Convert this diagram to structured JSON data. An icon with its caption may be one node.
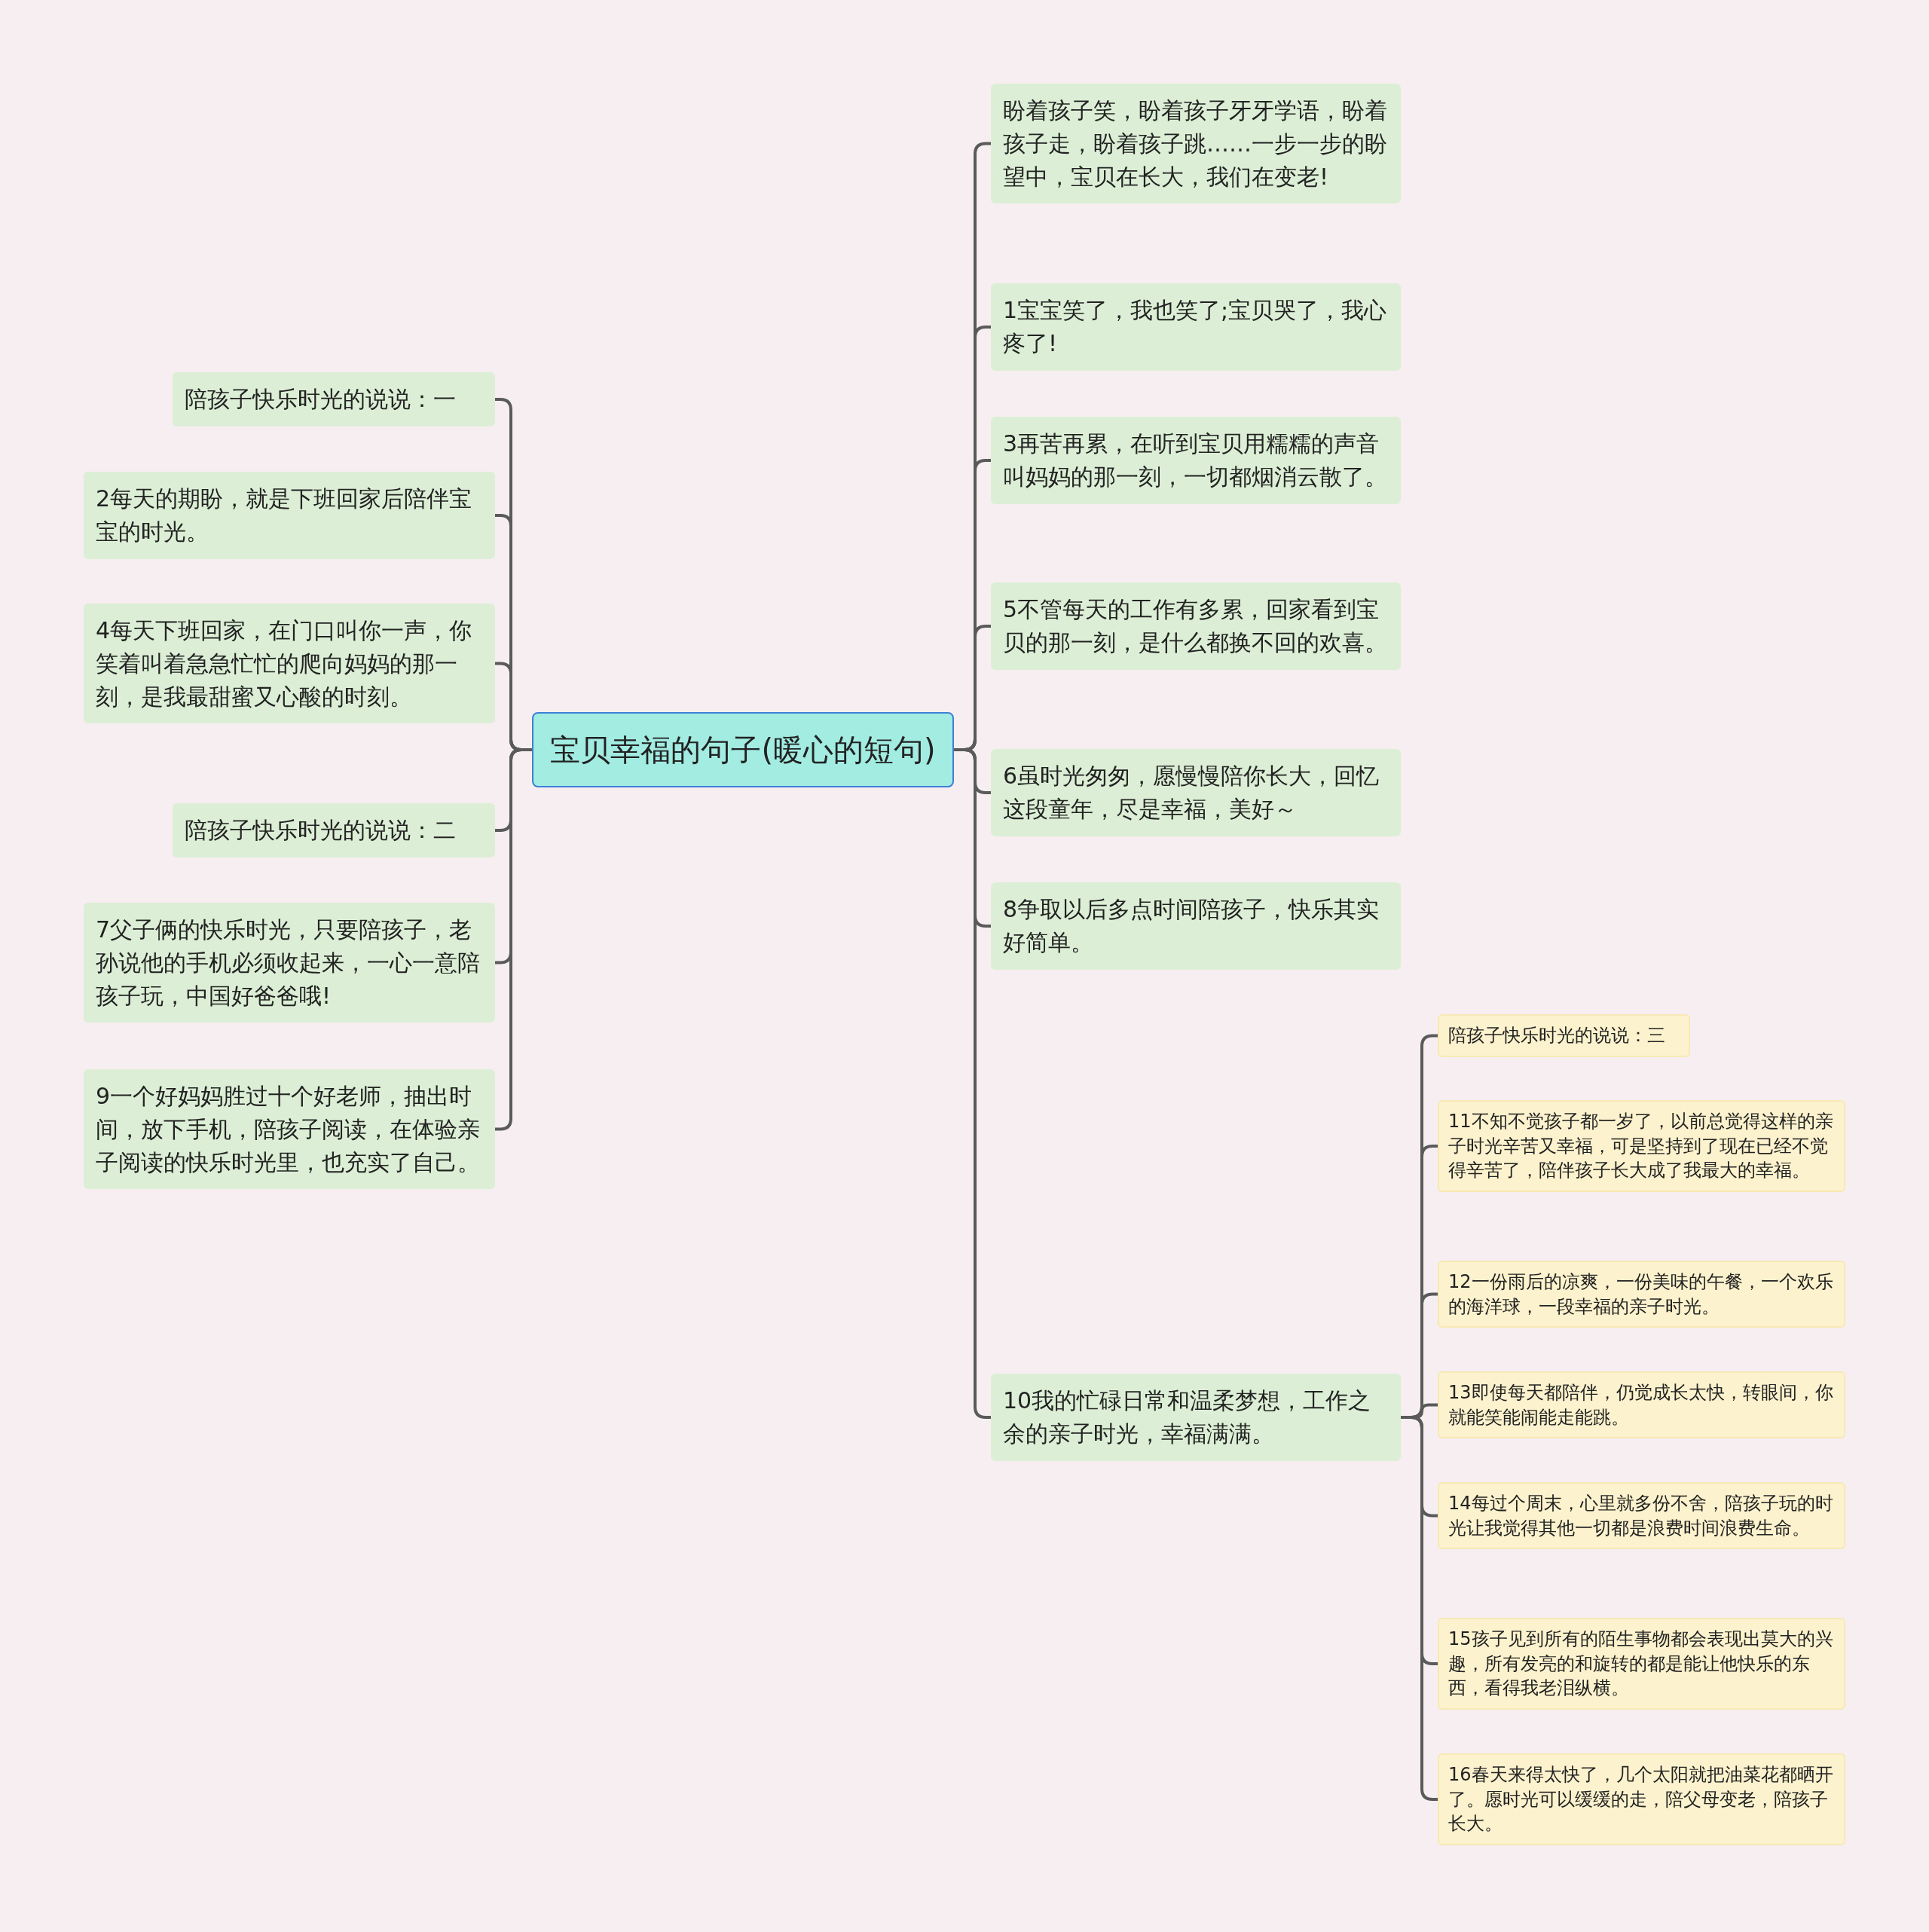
{
  "diagram": {
    "nodes": [
      {
        "text": [
          "宝贝幸福的句子(暖心的短句)"
        ]
      },
      {
        "text": [
          "陪孩子快乐时光的说说：一"
        ]
      },
      {
        "text": [
          "2每天的期盼，就是下班回家后陪伴宝宝的时光。"
        ]
      },
      {
        "text": [
          "4每天下班回家，在门口叫你一声，你笑着叫着急急忙忙的爬向妈妈的那一刻，是我最甜蜜又心酸的时刻。"
        ]
      },
      {
        "text": [
          "陪孩子快乐时光的说说：二"
        ]
      },
      {
        "text": [
          "7父子俩的快乐时光，只要陪孩子，老孙说他的手机必须收起来，一心一意陪孩子玩，中国好爸爸哦!"
        ]
      },
      {
        "text": [
          "9一个好妈妈胜过十个好老师，抽出时间，放下手机，陪孩子阅读，在体验亲子阅读的快乐时光里，也充实了自己。"
        ]
      },
      {
        "text": [
          "盼着孩子笑，盼着孩子牙牙学语，盼着孩子走，盼着孩子跳……一步一步的盼望中，宝贝在长大，我们在变老!"
        ]
      },
      {
        "text": [
          "1宝宝笑了，我也笑了;宝贝哭了，我心疼了!"
        ]
      },
      {
        "text": [
          "3再苦再累，在听到宝贝用糯糯的声音叫妈妈的那一刻，一切都烟消云散了。"
        ]
      },
      {
        "text": [
          "5不管每天的工作有多累，回家看到宝贝的那一刻，是什么都换不回的欢喜。"
        ]
      },
      {
        "text": [
          "6虽时光匆匆，愿慢慢陪你长大，回忆这段童年，尽是幸福，美好～"
        ]
      },
      {
        "text": [
          "8争取以后多点时间陪孩子，快乐其实好简单。"
        ]
      },
      {
        "text": [
          "10我的忙碌日常和温柔梦想，工作之余的亲子时光，幸福满满。"
        ]
      },
      {
        "text": [
          "陪孩子快乐时光的说说：三"
        ]
      },
      {
        "text": [
          "11不知不觉孩子都一岁了，以前总觉得这样的亲子时光辛苦又幸福，可是坚持到了现在已经不觉得辛苦了，陪伴孩子长大成了我最大的幸福。"
        ]
      },
      {
        "text": [
          "12一份雨后的凉爽，一份美味的午餐，一个欢乐的海洋球，一段幸福的亲子时光。"
        ]
      },
      {
        "text": [
          "13即使每天都陪伴，仍觉成长太快，转眼间，你就能笑能闹能走能跳。"
        ]
      },
      {
        "text": [
          "14每过个周末，心里就多份不舍，陪孩子玩的时光让我觉得其他一切都是浪费时间浪费生命。"
        ]
      },
      {
        "text": [
          "15孩子见到所有的陌生事物都会表现出莫大的兴趣，所有发亮的和旋转的都是能让他快乐的东西，看得我老泪纵横。"
        ]
      },
      {
        "text": [
          "16春天来得太快了，几个太阳就把油菜花都晒开了。愿时光可以缓缓的走，陪父母变老，陪孩子长大。"
        ]
      }
    ],
    "edges": [
      {
        "from": 0,
        "to": 1,
        "arrow": "none"
      },
      {
        "from": 0,
        "to": 2,
        "arrow": "none"
      },
      {
        "from": 0,
        "to": 3,
        "arrow": "none"
      },
      {
        "from": 0,
        "to": 4,
        "arrow": "none"
      },
      {
        "from": 0,
        "to": 5,
        "arrow": "none"
      },
      {
        "from": 0,
        "to": 6,
        "arrow": "none"
      },
      {
        "from": 0,
        "to": 7,
        "arrow": "none"
      },
      {
        "from": 0,
        "to": 8,
        "arrow": "none"
      },
      {
        "from": 0,
        "to": 9,
        "arrow": "none"
      },
      {
        "from": 0,
        "to": 10,
        "arrow": "none"
      },
      {
        "from": 0,
        "to": 11,
        "arrow": "none"
      },
      {
        "from": 0,
        "to": 12,
        "arrow": "none"
      },
      {
        "from": 0,
        "to": 13,
        "arrow": "none"
      },
      {
        "from": 13,
        "to": 14,
        "arrow": "none"
      },
      {
        "from": 13,
        "to": 15,
        "arrow": "none"
      },
      {
        "from": 13,
        "to": 16,
        "arrow": "none"
      },
      {
        "from": 13,
        "to": 17,
        "arrow": "none"
      },
      {
        "from": 13,
        "to": 18,
        "arrow": "none"
      },
      {
        "from": 13,
        "to": 19,
        "arrow": "none"
      },
      {
        "from": 13,
        "to": 20,
        "arrow": "none"
      }
    ]
  }
}
